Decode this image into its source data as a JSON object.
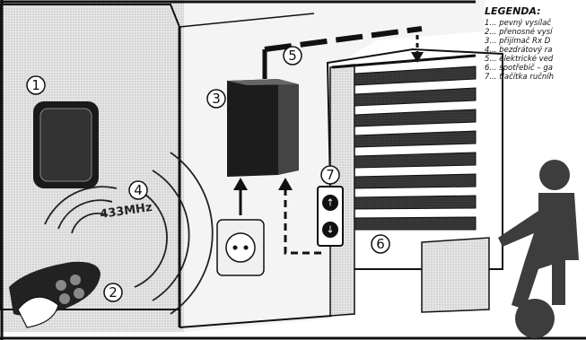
{
  "legend": {
    "title": "LEGENDA:",
    "items": [
      "1... pevný vysílač",
      "2... přenosné vysí",
      "3... přijímač Rx D",
      "4... bezdrátový ra",
      "5... elektrické ved",
      "6... spotřebič – ga",
      "7... tlačítka ručníh"
    ]
  },
  "frequency_label": "433MHz",
  "markers": [
    "1",
    "2",
    "3",
    "4",
    "5",
    "6",
    "7"
  ],
  "arrow_up": "↑",
  "arrow_down": "↓"
}
